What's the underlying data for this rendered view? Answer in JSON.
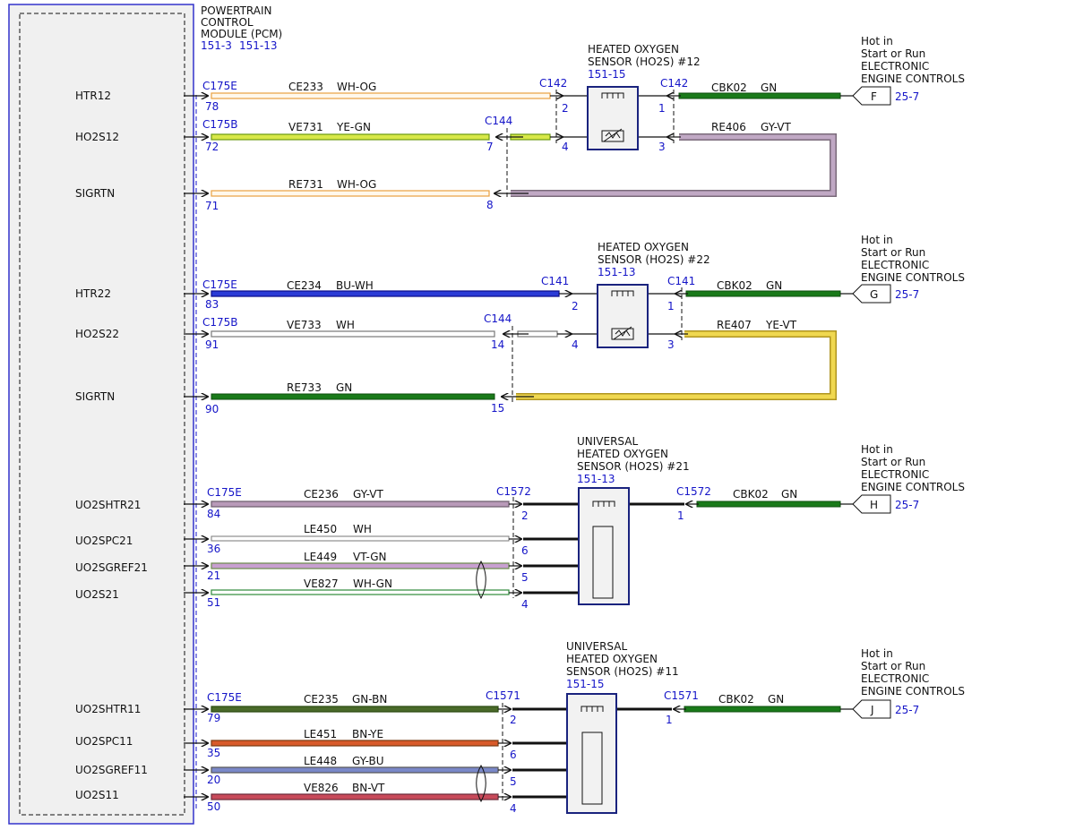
{
  "pcm": {
    "title": [
      "POWERTRAIN",
      "CONTROL",
      "MODULE (PCM)"
    ],
    "refs": [
      "151-3",
      "151-13"
    ]
  },
  "power_source": {
    "lines": [
      "Hot in",
      "Start or Run",
      "ELECTRONIC",
      "ENGINE CONTROLS"
    ],
    "ref": "25-7"
  },
  "sensors": [
    {
      "lines": [
        "HEATED OXYGEN",
        "SENSOR (HO2S) #12"
      ],
      "ref": "151-15"
    },
    {
      "lines": [
        "HEATED OXYGEN",
        "SENSOR (HO2S) #22"
      ],
      "ref": "151-13"
    },
    {
      "lines": [
        "UNIVERSAL",
        "HEATED OXYGEN",
        "SENSOR (HO2S) #21"
      ],
      "ref": "151-13"
    },
    {
      "lines": [
        "UNIVERSAL",
        "HEATED OXYGEN",
        "SENSOR (HO2S) #11"
      ],
      "ref": "151-15"
    }
  ],
  "pcm_signals": [
    "HTR12",
    "HO2S12",
    "SIGRTN",
    "HTR22",
    "HO2S22",
    "SIGRTN",
    "UO2SHTR21",
    "UO2SPC21",
    "UO2SGREF21",
    "UO2S21",
    "UO2SHTR11",
    "UO2SPC11",
    "UO2SGREF11",
    "UO2S11"
  ],
  "pcm_connectors": [
    "C175E",
    "C175B",
    "C175E",
    "C175B",
    "C175E",
    "C175E"
  ],
  "pcm_pins": [
    "78",
    "72",
    "71",
    "83",
    "91",
    "90",
    "84",
    "36",
    "21",
    "51",
    "79",
    "35",
    "20",
    "50"
  ],
  "circuits": [
    {
      "circuit": "CE233",
      "color": "WH-OG"
    },
    {
      "circuit": "VE731",
      "color": "YE-GN"
    },
    {
      "circuit": "RE731",
      "color": "WH-OG"
    },
    {
      "circuit": "CE234",
      "color": "BU-WH"
    },
    {
      "circuit": "VE733",
      "color": "WH"
    },
    {
      "circuit": "RE733",
      "color": "GN"
    },
    {
      "circuit": "CE236",
      "color": "GY-VT"
    },
    {
      "circuit": "LE450",
      "color": "WH"
    },
    {
      "circuit": "LE449",
      "color": "VT-GN"
    },
    {
      "circuit": "VE827",
      "color": "WH-GN"
    },
    {
      "circuit": "CE235",
      "color": "GN-BN"
    },
    {
      "circuit": "LE451",
      "color": "BN-YE"
    },
    {
      "circuit": "LE448",
      "color": "GY-BU"
    },
    {
      "circuit": "VE826",
      "color": "BN-VT"
    }
  ],
  "inline_connectors": [
    "C142",
    "C144",
    "C141",
    "C144",
    "C1572",
    "C1571"
  ],
  "inline_pins": [
    "2",
    "7",
    "4",
    "8",
    "2",
    "14",
    "4",
    "15",
    "2",
    "6",
    "5",
    "4",
    "2",
    "6",
    "5",
    "4"
  ],
  "sensor_side": [
    {
      "connector": "C142",
      "pins": [
        "1",
        "3"
      ],
      "circuits": [
        {
          "circuit": "CBK02",
          "color": "GN"
        },
        {
          "circuit": "RE406",
          "color": "GY-VT"
        }
      ]
    },
    {
      "connector": "C141",
      "pins": [
        "1",
        "3"
      ],
      "circuits": [
        {
          "circuit": "CBK02",
          "color": "GN"
        },
        {
          "circuit": "RE407",
          "color": "YE-VT"
        }
      ]
    },
    {
      "connector": "C1572",
      "pins": [
        "1"
      ],
      "circuits": [
        {
          "circuit": "CBK02",
          "color": "GN"
        }
      ]
    },
    {
      "connector": "C1571",
      "pins": [
        "1"
      ],
      "circuits": [
        {
          "circuit": "CBK02",
          "color": "GN"
        }
      ]
    }
  ],
  "splice_letters": [
    "F",
    "G",
    "H",
    "J"
  ],
  "colors": {
    "pcm_border": "#3333cc",
    "sensor_border": "#1a237e",
    "ref_blue": "#1515c8",
    "green": "#1a7a1a",
    "blue": "#1a1ad6",
    "gray_violet": "#a58aa8",
    "yellow": "#e8c830"
  }
}
